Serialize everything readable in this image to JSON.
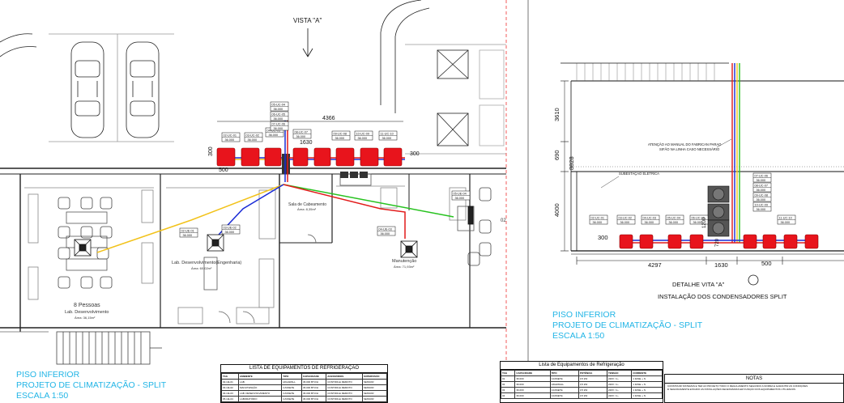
{
  "colors": {
    "unit_red": "#e8141c",
    "line_red": "#e21a1a",
    "line_green": "#27c21f",
    "line_yellow": "#f2c21a",
    "line_blue": "#1a2bd6",
    "cyan_text": "#22b5e6",
    "guide_red": "#ee3333"
  },
  "view_label": "VISTA \"A\"",
  "floor_plan": {
    "title_lines": [
      "PISO INFERIOR",
      "PROJETO DE CLIMATIZAÇÃO - SPLIT",
      "ESCALA 1:50"
    ],
    "dimensions": {
      "top_run": "4366",
      "seg_a": "1630",
      "left_stub": "500",
      "unit_height": "300",
      "right_height": "300"
    },
    "rooms": {
      "dev_people": "8 Pessoas",
      "dev_name": "Lab. Desenvolvimento",
      "dev_area": "Área: 36,15m²",
      "dev2_name": "Lab. Desenvolvimento(Engenharia)",
      "dev2_area": "Área: 60,02m²",
      "sala": "Sala de Cabeamento",
      "sala_area": "Área: 8,35m²",
      "manut": "Manutenção",
      "manut_area": "Área: 71,93m²",
      "side_num": "02"
    },
    "tags": [
      {
        "id": "02-UC-01",
        "cap": "36.000"
      },
      {
        "id": "03-UC-02",
        "cap": "36.000"
      },
      {
        "id": "04-UC-03",
        "cap": "36.000"
      },
      {
        "id": "05-UC-04",
        "cap": "36.000"
      },
      {
        "id": "06-UC-05",
        "cap": "36.000"
      },
      {
        "id": "07-UC-06",
        "cap": "36.000"
      },
      {
        "id": "08-UC-07",
        "cap": "36.000"
      },
      {
        "id": "09-UC-08",
        "cap": "36.000"
      },
      {
        "id": "10-UC-09",
        "cap": "36.000"
      },
      {
        "id": "11-UC-10",
        "cap": "36.000"
      }
    ],
    "evap_tags": [
      {
        "id": "02-UE-01",
        "cap": "36.000"
      },
      {
        "id": "03-UE-02",
        "cap": "36.000"
      },
      {
        "id": "04-UE-03",
        "cap": "36.000"
      },
      {
        "id": "05-UE-04",
        "cap": "36.000"
      }
    ]
  },
  "detail": {
    "title": "DETALHE VITA \"A\"",
    "subtitle": "INSTALAÇÃO DOS CONDENSADORES SPLIT",
    "title_lines": [
      "PISO INFERIOR",
      "PROJETO DE CLIMATIZAÇÃO - SPLIT",
      "ESCALA 1:50"
    ],
    "note1": "ATENÇÃO AO MANUAL DO FABRICAN PARAO",
    "note2": "SIFÃO NA LINHA CASO NECESSÁRIO",
    "substation": "SUBESTAÇÃO ELÉTRICA",
    "dims": {
      "h1": "3610",
      "h2": "690",
      "h_total": "8828",
      "h3": "4000",
      "d300": "300",
      "d4297": "4297",
      "d1630": "1630",
      "d500": "500",
      "d1200": "1200",
      "d720": "720"
    }
  },
  "table_left": {
    "title": "LISTA DE EQUIPAMENTOS DE REFRIGERAÇÃO",
    "headers": [
      "TAG",
      "AMBIENTE",
      "TIPO",
      "CAPACIDADE",
      "ACESSÓRIOS",
      "SUPERVISÃO"
    ],
    "rows": [
      [
        "02-UE-01",
        "LAB.",
        "HIGHWALL",
        "36.000 BTU/H",
        "CONTROLE REMOTO",
        "SENSOR"
      ],
      [
        "03-UE-02",
        "MANUTENÇÃO",
        "CASSETE",
        "36.000 BTU/H",
        "CONTROLE REMOTO",
        "SENSOR"
      ],
      [
        "04-UE-03",
        "LAB. DESENVOLVIMENTO",
        "CASSETE",
        "36.000 BTU/H",
        "CONTROLE REMOTO",
        "SENSOR"
      ],
      [
        "05-UE-04",
        "LABORATÓRIO",
        "CASSETE",
        "36.000 BTU/H",
        "CONTROLE REMOTO",
        "SENSOR"
      ]
    ]
  },
  "table_right": {
    "title": "Lista de Equipamentos de Refrigeração",
    "headers": [
      "TAG",
      "CAPACIDADE",
      "TIPO",
      "POTÊNCIA",
      "TENSÃO",
      "CORRENTE"
    ],
    "rows": [
      [
        "01",
        "36.000",
        "CASSETE",
        "3,5 kW",
        "220V / 1~",
        "1 FASE + N"
      ],
      [
        "02",
        "36.000",
        "HIGHWALL",
        "3,5 kW",
        "220V / 1~",
        "1 FASE + N"
      ],
      [
        "03",
        "36.000",
        "CASSETE",
        "3,5 kW",
        "220V / 1~",
        "1 FASE + N"
      ],
      [
        "04",
        "36.000",
        "CASSETE",
        "3,5 kW",
        "220V / 1~",
        "1 FASE + N"
      ]
    ]
  },
  "notes": {
    "title": "NOTAS",
    "lines": [
      "CONSTRUIR SISTEMAS E TER AO PROJETO TODO O REGULAMENTO SEGUNDO A NORMA E GARANTIR AS CONDIÇÕES",
      "É SEGUIDAMENTE EXIGIDO AS INSTALAÇÕES NECESSÁRIAS EM FUNÇÃO DOS EQUIPAMENTOS UTILIZADOS"
    ]
  }
}
